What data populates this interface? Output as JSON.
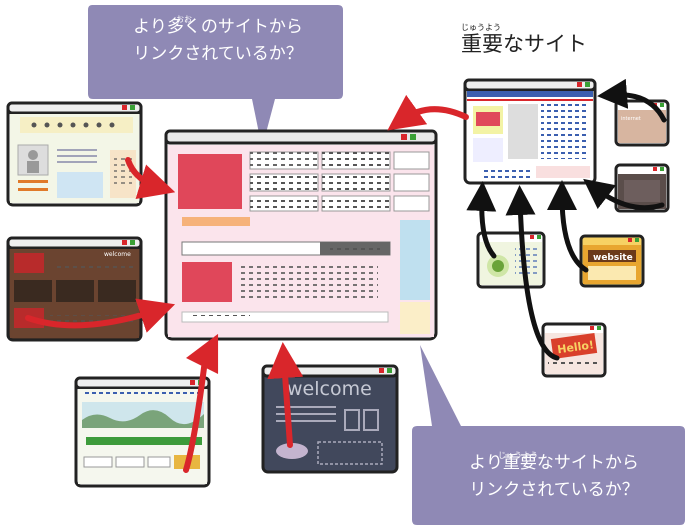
{
  "callout_top": {
    "line1": "より多くのサイトから",
    "line2": "リンクされているか？",
    "ruby": "おお"
  },
  "callout_bottom": {
    "line1": "より重要なサイトから",
    "line2": "リンクされているか？",
    "ruby": "じゅうよう"
  },
  "important_sites": {
    "title": "重要なサイト",
    "ruby": "じゅうよう"
  },
  "thumbnails": {
    "welcome_small": "welcome",
    "welcome_large": "welcome",
    "website": "website",
    "hello": "Hello!",
    "internet": "internet"
  },
  "colors": {
    "callout": "#8f89b5",
    "arrow": "#d9262b",
    "arrow_black": "#111111",
    "accent_red": "#e0475a",
    "page_pink": "#fbe4ec"
  }
}
